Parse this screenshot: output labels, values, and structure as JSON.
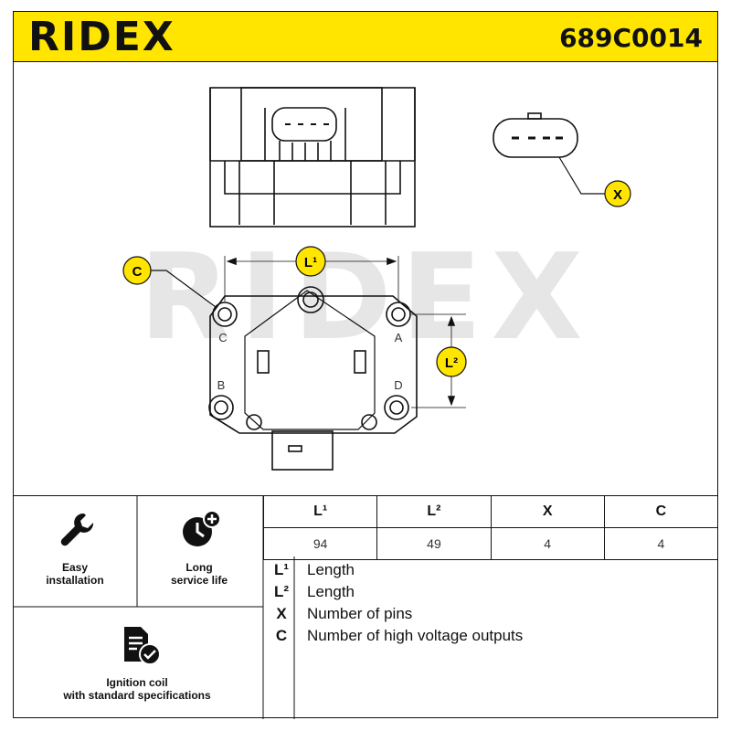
{
  "header": {
    "brand": "RIDEX",
    "part_number": "689C0014"
  },
  "watermark": "RIDEX",
  "diagram": {
    "callouts": {
      "x": "X",
      "c": "C",
      "l1": "L¹",
      "l2": "L²"
    },
    "pin_labels": {
      "a": "A",
      "b": "B",
      "c": "C",
      "d": "D"
    }
  },
  "features": [
    {
      "icon": "wrench-icon",
      "label_1": "Easy",
      "label_2": "installation"
    },
    {
      "icon": "clock-plus-icon",
      "label_1": "Long",
      "label_2": "service life"
    },
    {
      "icon": "document-check-icon",
      "label_1": "Ignition coil",
      "label_2": "with standard specifications"
    }
  ],
  "spec_table": {
    "headers": [
      "L¹",
      "L²",
      "X",
      "C"
    ],
    "values": [
      "94",
      "49",
      "4",
      "4"
    ]
  },
  "legend": [
    {
      "key": "L¹",
      "desc": "Length"
    },
    {
      "key": "L²",
      "desc": "Length"
    },
    {
      "key": "X",
      "desc": "Number of pins"
    },
    {
      "key": "C",
      "desc": "Number of high voltage outputs"
    }
  ],
  "colors": {
    "accent": "#ffe500",
    "ink": "#111111",
    "watermark": "#e6e6e6"
  }
}
